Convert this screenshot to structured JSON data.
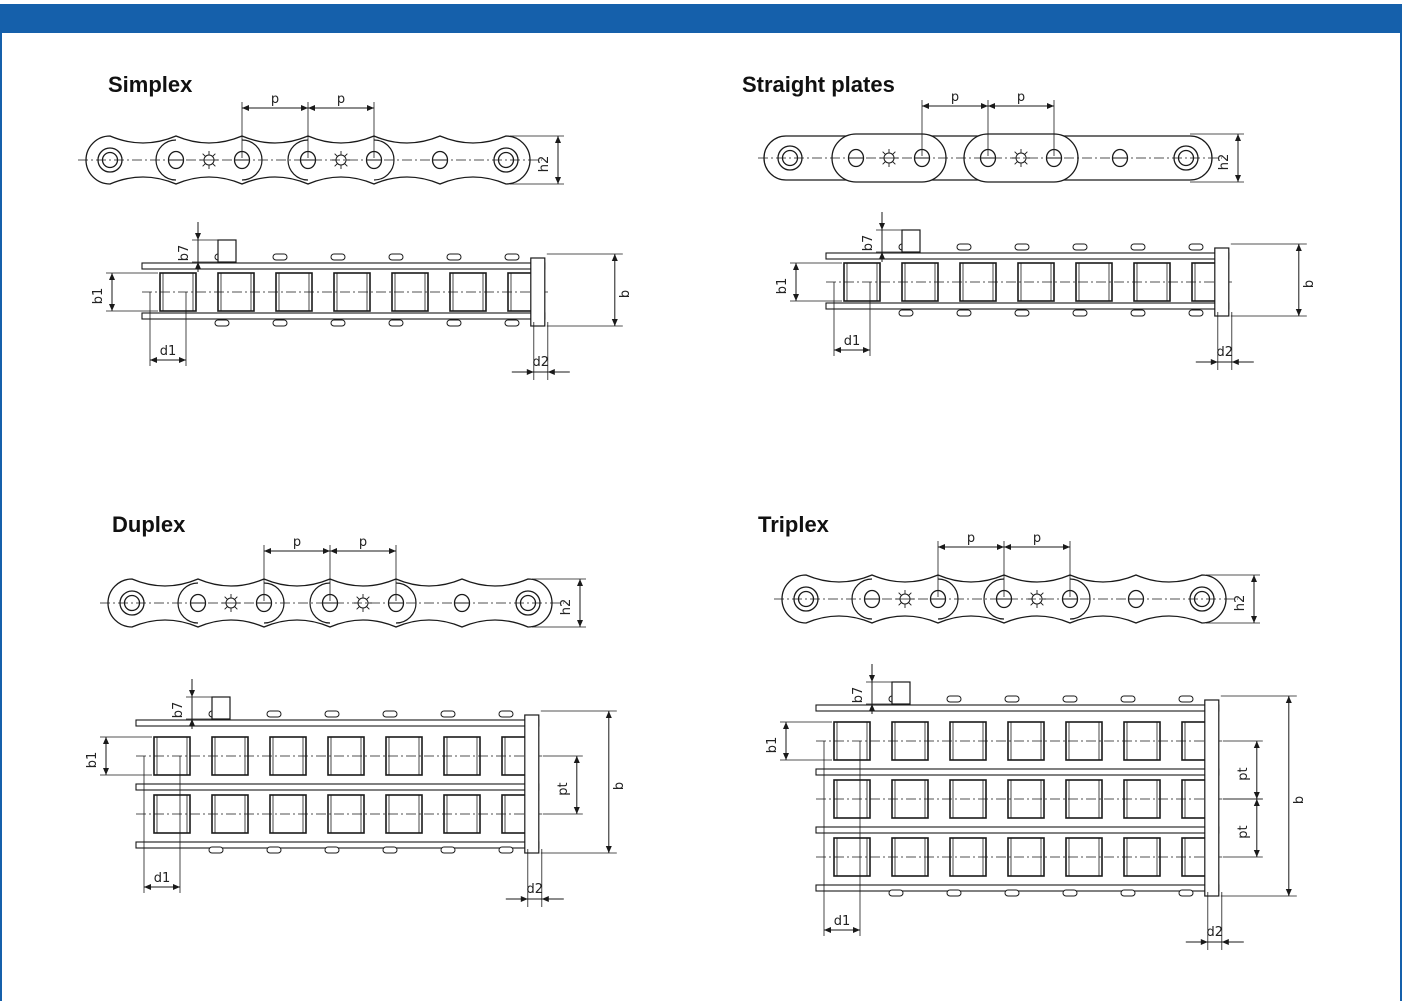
{
  "header": {
    "bar_color": "#1560ab"
  },
  "panels": {
    "simplex": {
      "title": "Simplex",
      "labels": {
        "p1": "p",
        "p2": "p",
        "h2": "h2",
        "b7": "b7",
        "b1": "b1",
        "b": "b",
        "d1": "d1",
        "d2": "d2"
      }
    },
    "straight": {
      "title": "Straight plates",
      "labels": {
        "p1": "p",
        "p2": "p",
        "h2": "h2",
        "b7": "b7",
        "b1": "b1",
        "b": "b",
        "d1": "d1",
        "d2": "d2"
      }
    },
    "duplex": {
      "title": "Duplex",
      "labels": {
        "p1": "p",
        "p2": "p",
        "h2": "h2",
        "b7": "b7",
        "b1": "b1",
        "b": "b",
        "pt": "pt",
        "d1": "d1",
        "d2": "d2"
      }
    },
    "triplex": {
      "title": "Triplex",
      "labels": {
        "p1": "p",
        "p2": "p",
        "h2": "h2",
        "b7": "b7",
        "b1": "b1",
        "b": "b",
        "pt1": "pt",
        "pt2": "pt",
        "d1": "d1",
        "d2": "d2"
      }
    }
  }
}
